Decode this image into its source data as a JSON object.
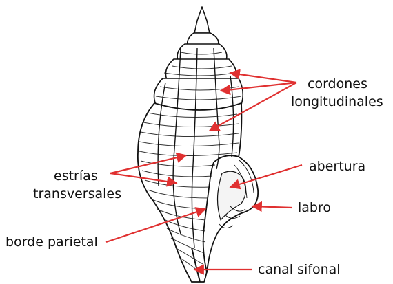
{
  "labels": {
    "cordones_line1": "cordones",
    "cordones_line2": "longitudinales",
    "abertura": "abertura",
    "estrias_line1": "estrías",
    "estrias_line2": "transversales",
    "labro": "labro",
    "borde_parietal": "borde parietal",
    "canal_sifonal": "canal sifonal"
  },
  "colors": {
    "leader": "#e03030",
    "ink": "#111111",
    "shell_fill": "#ffffff"
  }
}
